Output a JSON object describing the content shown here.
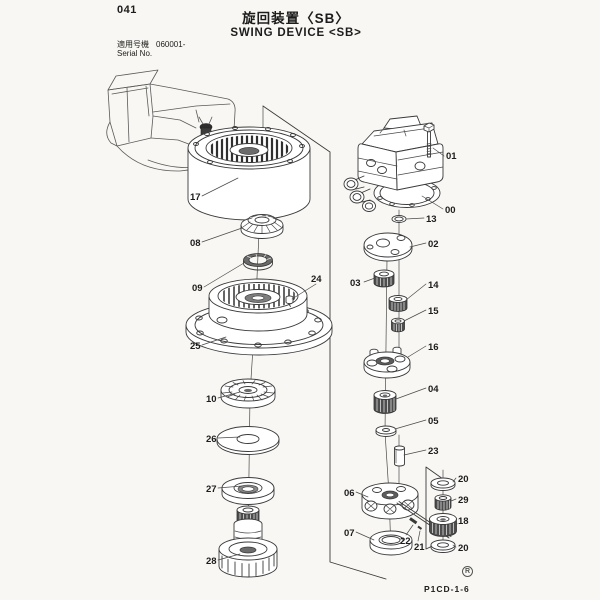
{
  "page": {
    "number": "041",
    "title_jp": "旋回装置〈SB〉",
    "title_en": "SWING DEVICE <SB>",
    "serial_label_jp": "適用号機",
    "serial_value": "060001-",
    "serial_label_en": "Serial No.",
    "footer_code": "P1CD-1-6",
    "mark_letter": "R"
  },
  "diagram": {
    "labels": {
      "l17": "17",
      "l08": "08",
      "l09": "09",
      "l25": "25",
      "l24": "24",
      "l10": "10",
      "l26": "26",
      "l27": "27",
      "l28": "28",
      "l01": "01",
      "l00": "00",
      "l13": "13",
      "l02": "02",
      "l03": "03",
      "l14": "14",
      "l15": "15",
      "l16": "16",
      "l04": "04",
      "l05": "05",
      "l23": "23",
      "l06": "06",
      "l07": "07",
      "l22": "22",
      "l21": "21",
      "l20a": "20",
      "l29": "29",
      "l18": "18",
      "l20b": "20"
    }
  }
}
